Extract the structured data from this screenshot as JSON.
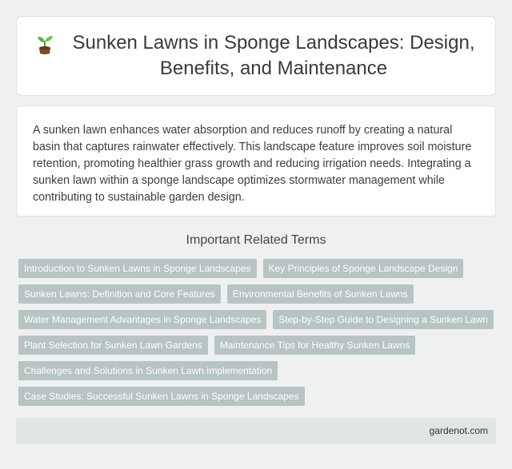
{
  "header": {
    "icon": "sprout-icon",
    "title": "Sunken Lawns in Sponge Landscapes: Design, Benefits, and Maintenance"
  },
  "summary": {
    "text": "A sunken lawn enhances water absorption and reduces runoff by creating a natural basin that captures rainwater effectively. This landscape feature improves soil moisture retention, promoting healthier grass growth and reducing irrigation needs. Integrating a sunken lawn within a sponge landscape optimizes stormwater management while contributing to sustainable garden design."
  },
  "terms": {
    "heading": "Important Related Terms",
    "items": [
      "Introduction to Sunken Lawns in Sponge Landscapes",
      "Key Principles of Sponge Landscape Design",
      "Sunken Lawns: Definition and Core Features",
      "Environmental Benefits of Sunken Lawns",
      "Water Management Advantages in Sponge Landscapes",
      "Step-by-Step Guide to Designing a Sunken Lawn",
      "Plant Selection for Sunken Lawn Gardens",
      "Maintenance Tips for Healthy Sunken Lawns",
      "Challenges and Solutions in Sunken Lawn Implementation",
      "Case Studies: Successful Sunken Lawns in Sponge Landscapes"
    ]
  },
  "footer": {
    "site": "gardenot.com"
  },
  "colors": {
    "background": "#eef1f0",
    "tag": "#b7c4c3",
    "footer": "#e1e5e4"
  }
}
